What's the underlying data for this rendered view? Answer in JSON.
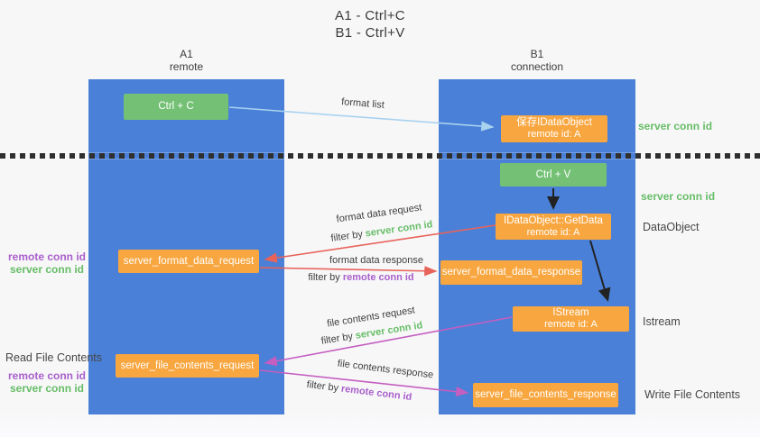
{
  "title": {
    "line1": "A1 - Ctrl+C",
    "line2": "B1 - Ctrl+V"
  },
  "lanes": {
    "a": {
      "name": "A1",
      "subtitle": "remote"
    },
    "b": {
      "name": "B1",
      "subtitle": "connection"
    }
  },
  "nodes": {
    "ctrl_c": {
      "label": "Ctrl + C"
    },
    "ctrl_v": {
      "label": "Ctrl + V"
    },
    "save_dataobject": {
      "line1": "保存IDataObject",
      "line2": "remote id: A"
    },
    "getdata": {
      "line1": "IDataObject::GetData",
      "line2": "remote id: A"
    },
    "format_request": {
      "label": "server_format_data_request"
    },
    "format_response": {
      "label": "server_format_data_response"
    },
    "istream": {
      "line1": "IStream",
      "line2": "remote id: A"
    },
    "file_request": {
      "label": "server_file_contents_request"
    },
    "file_response": {
      "label": "server_file_contents_response"
    }
  },
  "edge_labels": {
    "format_list": "format list",
    "format_data_request": "format data request",
    "format_data_response": "format data response",
    "file_contents_request": "file contents request",
    "file_contents_response": "file contents response",
    "filter_by": "filter by",
    "server_conn_id": "server conn id",
    "remote_conn_id": "remote conn id"
  },
  "side_labels": {
    "server_conn_id_top": "server conn id",
    "server_conn_id_mid": "server conn id",
    "dataobject": "DataObject",
    "istream": "Istream",
    "read_file_contents": "Read File Contents",
    "write_file_contents": "Write File Contents",
    "remote_conn_id": "remote conn id",
    "server_conn_id": "server conn id"
  },
  "colors": {
    "lane_blue": "#4a80d8",
    "box_green": "#74c175",
    "box_orange": "#f8a63f",
    "arrow_blue": "#a9d2ef",
    "arrow_red": "#e8635a",
    "arrow_magenta": "#c45ec0",
    "arrow_black": "#222222",
    "text_green": "#67bd67",
    "text_purple": "#a95fcb"
  }
}
